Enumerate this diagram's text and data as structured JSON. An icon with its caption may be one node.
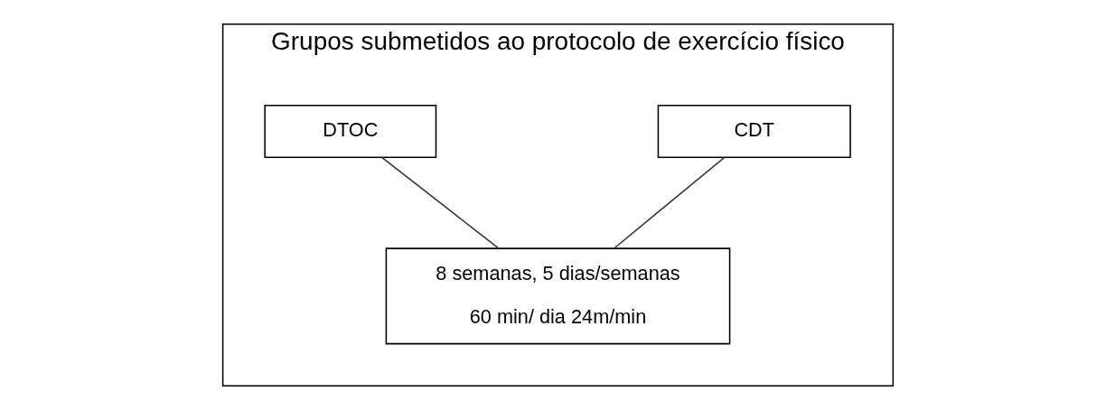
{
  "diagram": {
    "nodes": [
      {
        "text": [
          "Grupos submetidos ao protocolo de exercício físico"
        ]
      },
      {
        "text": [
          "CDT"
        ],
        "in": 0
      },
      {
        "text": [
          "DTOC"
        ],
        "in": 0
      },
      {
        "text": [
          "8 semanas, 5 dias/semanas",
          "60 min/ dia 24m/min"
        ],
        "in": 0
      }
    ],
    "edges": [
      {
        "from": 1,
        "to": 3,
        "arrow": "none"
      },
      {
        "from": 2,
        "to": 3,
        "arrow": "none"
      }
    ]
  }
}
